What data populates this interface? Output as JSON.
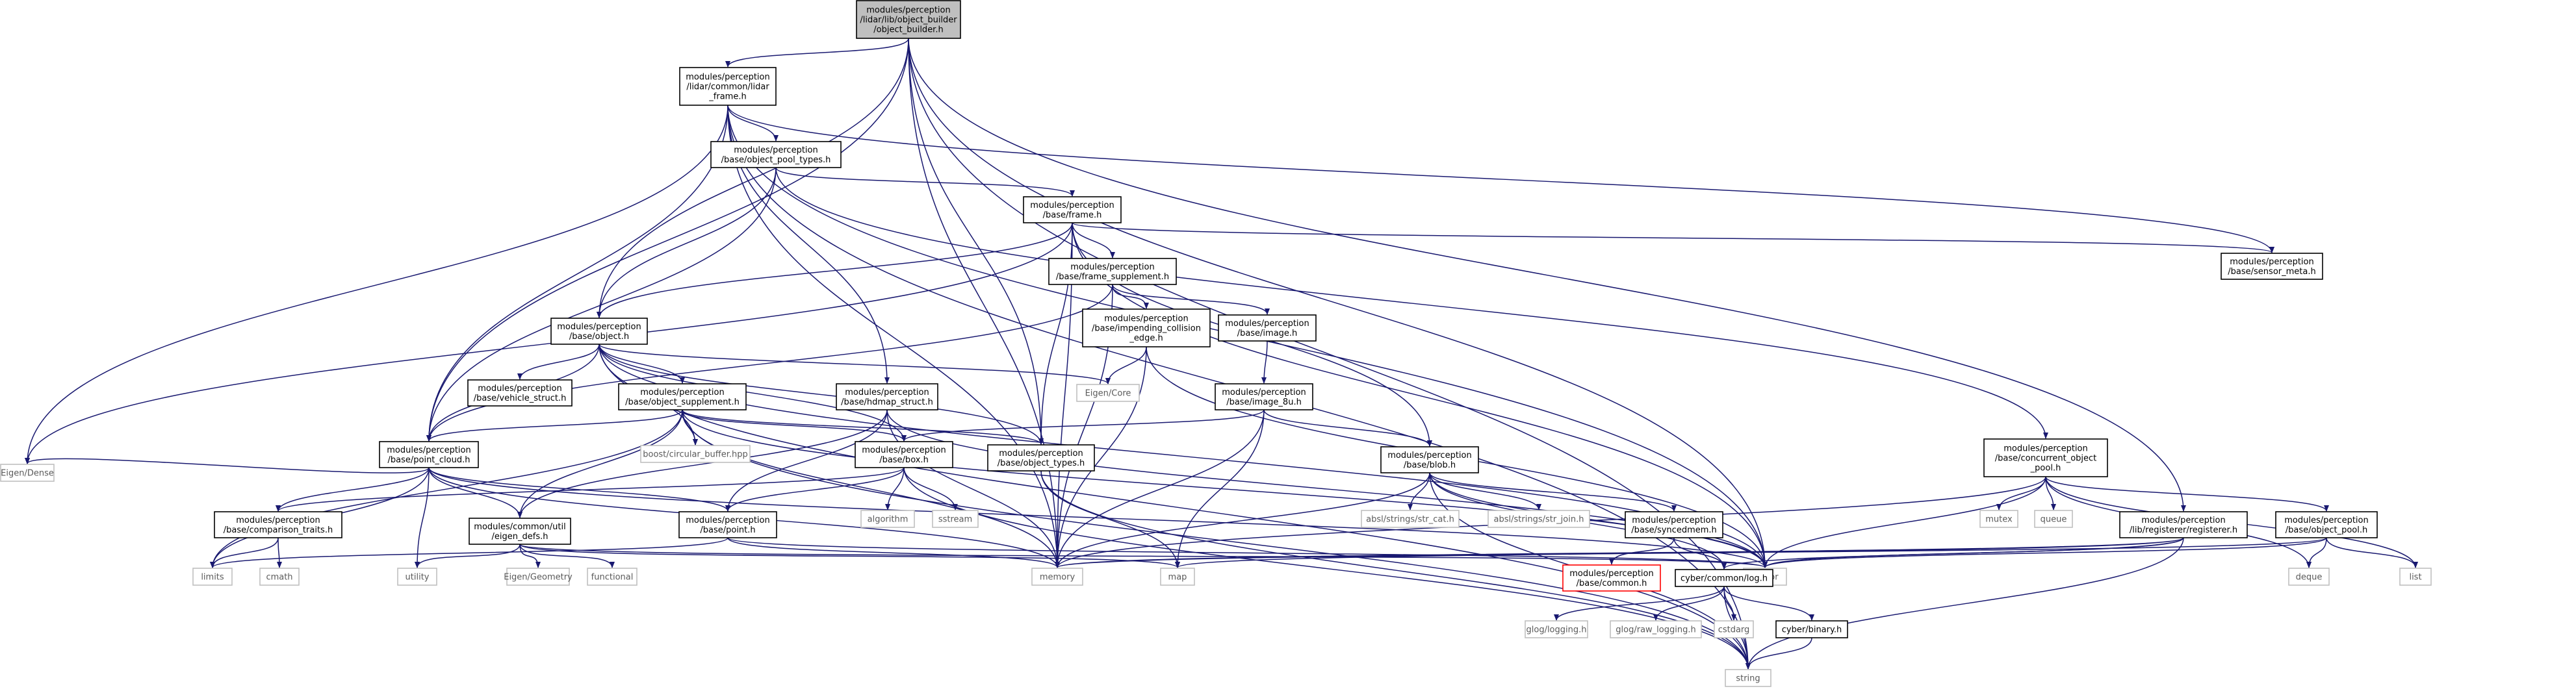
{
  "colors": {
    "edge": "#191970",
    "node_border": "#000000",
    "node_border_system": "#bfbfbf",
    "node_border_missing": "#ff0000",
    "text": "#000000",
    "text_system": "#5a5a5a",
    "root_fill": "#bfbfbf",
    "node_fill": "#ffffff"
  },
  "nodes": [
    {
      "id": "root",
      "kind": "root",
      "lines": [
        "modules/perception",
        "/lidar/lib/object_builder",
        "/object_builder.h"
      ]
    },
    {
      "id": "lidar_frame",
      "kind": "normal",
      "lines": [
        "modules/perception",
        "/lidar/common/lidar",
        "_frame.h"
      ]
    },
    {
      "id": "object_pool_types",
      "kind": "normal",
      "lines": [
        "modules/perception",
        "/base/object_pool_types.h"
      ]
    },
    {
      "id": "frame",
      "kind": "normal",
      "lines": [
        "modules/perception",
        "/base/frame.h"
      ]
    },
    {
      "id": "frame_supplement",
      "kind": "normal",
      "lines": [
        "modules/perception",
        "/base/frame_supplement.h"
      ]
    },
    {
      "id": "sensor_meta",
      "kind": "normal",
      "lines": [
        "modules/perception",
        "/base/sensor_meta.h"
      ]
    },
    {
      "id": "object",
      "kind": "normal",
      "lines": [
        "modules/perception",
        "/base/object.h"
      ]
    },
    {
      "id": "impending",
      "kind": "normal",
      "lines": [
        "modules/perception",
        "/base/impending_collision",
        "_edge.h"
      ]
    },
    {
      "id": "image",
      "kind": "normal",
      "lines": [
        "modules/perception",
        "/base/image.h"
      ]
    },
    {
      "id": "vehicle_struct",
      "kind": "normal",
      "lines": [
        "modules/perception",
        "/base/vehicle_struct.h"
      ]
    },
    {
      "id": "object_supplement",
      "kind": "normal",
      "lines": [
        "modules/perception",
        "/base/object_supplement.h"
      ]
    },
    {
      "id": "hdmap_struct",
      "kind": "normal",
      "lines": [
        "modules/perception",
        "/base/hdmap_struct.h"
      ]
    },
    {
      "id": "eigen_core",
      "kind": "system",
      "lines": [
        "Eigen/Core"
      ]
    },
    {
      "id": "image_8u",
      "kind": "normal",
      "lines": [
        "modules/perception",
        "/base/image_8u.h"
      ]
    },
    {
      "id": "boost_cb",
      "kind": "system",
      "lines": [
        "boost/circular_buffer.hpp"
      ]
    },
    {
      "id": "point_cloud",
      "kind": "normal",
      "lines": [
        "modules/perception",
        "/base/point_cloud.h"
      ]
    },
    {
      "id": "box",
      "kind": "normal",
      "lines": [
        "modules/perception",
        "/base/box.h"
      ]
    },
    {
      "id": "object_types",
      "kind": "normal",
      "lines": [
        "modules/perception",
        "/base/object_types.h"
      ]
    },
    {
      "id": "blob",
      "kind": "normal",
      "lines": [
        "modules/perception",
        "/base/blob.h"
      ]
    },
    {
      "id": "concurrent_pool",
      "kind": "normal",
      "lines": [
        "modules/perception",
        "/base/concurrent_object",
        "_pool.h"
      ]
    },
    {
      "id": "eigen_dense",
      "kind": "system",
      "lines": [
        "Eigen/Dense"
      ]
    },
    {
      "id": "comparison_traits",
      "kind": "normal",
      "lines": [
        "modules/perception",
        "/base/comparison_traits.h"
      ]
    },
    {
      "id": "eigen_defs",
      "kind": "normal",
      "lines": [
        "modules/common/util",
        "/eigen_defs.h"
      ]
    },
    {
      "id": "point",
      "kind": "normal",
      "lines": [
        "modules/perception",
        "/base/point.h"
      ]
    },
    {
      "id": "algorithm",
      "kind": "system",
      "lines": [
        "algorithm"
      ]
    },
    {
      "id": "sstream",
      "kind": "system",
      "lines": [
        "sstream"
      ]
    },
    {
      "id": "str_cat",
      "kind": "system",
      "lines": [
        "absl/strings/str_cat.h"
      ]
    },
    {
      "id": "str_join",
      "kind": "system",
      "lines": [
        "absl/strings/str_join.h"
      ]
    },
    {
      "id": "syncedmem",
      "kind": "normal",
      "lines": [
        "modules/perception",
        "/base/syncedmem.h"
      ]
    },
    {
      "id": "mutex",
      "kind": "system",
      "lines": [
        "mutex"
      ]
    },
    {
      "id": "queue",
      "kind": "system",
      "lines": [
        "queue"
      ]
    },
    {
      "id": "registerer",
      "kind": "normal",
      "lines": [
        "modules/perception",
        "/lib/registerer/registerer.h"
      ]
    },
    {
      "id": "object_pool",
      "kind": "normal",
      "lines": [
        "modules/perception",
        "/base/object_pool.h"
      ]
    },
    {
      "id": "limits",
      "kind": "system",
      "lines": [
        "limits"
      ]
    },
    {
      "id": "cmath",
      "kind": "system",
      "lines": [
        "cmath"
      ]
    },
    {
      "id": "utility",
      "kind": "system",
      "lines": [
        "utility"
      ]
    },
    {
      "id": "eigen_geometry",
      "kind": "system",
      "lines": [
        "Eigen/Geometry"
      ]
    },
    {
      "id": "functional",
      "kind": "system",
      "lines": [
        "functional"
      ]
    },
    {
      "id": "memory",
      "kind": "system",
      "lines": [
        "memory"
      ]
    },
    {
      "id": "map",
      "kind": "system",
      "lines": [
        "map"
      ]
    },
    {
      "id": "vector",
      "kind": "system",
      "lines": [
        "vector"
      ]
    },
    {
      "id": "base_common",
      "kind": "missing",
      "lines": [
        "modules/perception",
        "/base/common.h"
      ]
    },
    {
      "id": "cyber_log",
      "kind": "normal",
      "lines": [
        "cyber/common/log.h"
      ]
    },
    {
      "id": "deque",
      "kind": "system",
      "lines": [
        "deque"
      ]
    },
    {
      "id": "list",
      "kind": "system",
      "lines": [
        "list"
      ]
    },
    {
      "id": "glog",
      "kind": "system",
      "lines": [
        "glog/logging.h"
      ]
    },
    {
      "id": "glog_raw",
      "kind": "system",
      "lines": [
        "glog/raw_logging.h"
      ]
    },
    {
      "id": "cstdarg",
      "kind": "system",
      "lines": [
        "cstdarg"
      ]
    },
    {
      "id": "cyber_binary",
      "kind": "normal",
      "lines": [
        "cyber/binary.h"
      ]
    },
    {
      "id": "string",
      "kind": "system",
      "lines": [
        "string"
      ]
    }
  ],
  "edges": [
    [
      "root",
      "lidar_frame"
    ],
    [
      "root",
      "object"
    ],
    [
      "root",
      "point_cloud"
    ],
    [
      "root",
      "memory"
    ],
    [
      "root",
      "registerer"
    ],
    [
      "root",
      "vector"
    ],
    [
      "root",
      "string"
    ],
    [
      "root",
      "object_types"
    ],
    [
      "lidar_frame",
      "object_pool_types"
    ],
    [
      "lidar_frame",
      "hdmap_struct"
    ],
    [
      "lidar_frame",
      "point_cloud"
    ],
    [
      "lidar_frame",
      "sensor_meta"
    ],
    [
      "lidar_frame",
      "eigen_dense"
    ],
    [
      "lidar_frame",
      "memory"
    ],
    [
      "lidar_frame",
      "string"
    ],
    [
      "lidar_frame",
      "vector"
    ],
    [
      "object_pool_types",
      "frame"
    ],
    [
      "object_pool_types",
      "object"
    ],
    [
      "object_pool_types",
      "point_cloud"
    ],
    [
      "object_pool_types",
      "concurrent_pool"
    ],
    [
      "frame",
      "frame_supplement"
    ],
    [
      "frame",
      "object"
    ],
    [
      "frame",
      "sensor_meta"
    ],
    [
      "frame",
      "blob"
    ],
    [
      "frame",
      "object_types"
    ],
    [
      "frame",
      "eigen_dense"
    ],
    [
      "frame",
      "memory"
    ],
    [
      "frame",
      "vector"
    ],
    [
      "frame_supplement",
      "impending"
    ],
    [
      "frame_supplement",
      "image"
    ],
    [
      "frame_supplement",
      "point_cloud"
    ],
    [
      "frame_supplement",
      "memory"
    ],
    [
      "object",
      "vehicle_struct"
    ],
    [
      "object",
      "object_supplement"
    ],
    [
      "object",
      "object_types"
    ],
    [
      "object",
      "point_cloud"
    ],
    [
      "object",
      "box"
    ],
    [
      "object",
      "eigen_core"
    ],
    [
      "object",
      "boost_cb"
    ],
    [
      "object",
      "string"
    ],
    [
      "object",
      "vector"
    ],
    [
      "impending",
      "eigen_core"
    ],
    [
      "impending",
      "memory"
    ],
    [
      "impending",
      "vector"
    ],
    [
      "image",
      "image_8u"
    ],
    [
      "object_supplement",
      "point_cloud"
    ],
    [
      "object_supplement",
      "box"
    ],
    [
      "object_supplement",
      "object_types"
    ],
    [
      "object_supplement",
      "boost_cb"
    ],
    [
      "object_supplement",
      "eigen_defs"
    ],
    [
      "object_supplement",
      "limits"
    ],
    [
      "object_supplement",
      "memory"
    ],
    [
      "object_supplement",
      "vector"
    ],
    [
      "object_supplement",
      "string"
    ],
    [
      "hdmap_struct",
      "point"
    ],
    [
      "hdmap_struct",
      "eigen_defs"
    ],
    [
      "hdmap_struct",
      "memory"
    ],
    [
      "hdmap_struct",
      "vector"
    ],
    [
      "image_8u",
      "blob"
    ],
    [
      "image_8u",
      "box"
    ],
    [
      "image_8u",
      "map"
    ],
    [
      "image_8u",
      "memory"
    ],
    [
      "point_cloud",
      "comparison_traits"
    ],
    [
      "point_cloud",
      "eigen_defs"
    ],
    [
      "point_cloud",
      "point"
    ],
    [
      "point_cloud",
      "limits"
    ],
    [
      "point_cloud",
      "utility"
    ],
    [
      "point_cloud",
      "memory"
    ],
    [
      "point_cloud",
      "vector"
    ],
    [
      "point_cloud",
      "eigen_dense"
    ],
    [
      "box",
      "point"
    ],
    [
      "box",
      "algorithm"
    ],
    [
      "box",
      "sstream"
    ],
    [
      "box",
      "string"
    ],
    [
      "box",
      "comparison_traits"
    ],
    [
      "object_types",
      "map"
    ],
    [
      "object_types",
      "string"
    ],
    [
      "blob",
      "syncedmem"
    ],
    [
      "blob",
      "str_cat"
    ],
    [
      "blob",
      "str_join"
    ],
    [
      "blob",
      "memory"
    ],
    [
      "blob",
      "vector"
    ],
    [
      "blob",
      "string"
    ],
    [
      "blob",
      "cyber_log"
    ],
    [
      "concurrent_pool",
      "object_pool"
    ],
    [
      "concurrent_pool",
      "mutex"
    ],
    [
      "concurrent_pool",
      "queue"
    ],
    [
      "concurrent_pool",
      "memory"
    ],
    [
      "concurrent_pool",
      "vector"
    ],
    [
      "concurrent_pool",
      "deque"
    ],
    [
      "concurrent_pool",
      "list"
    ],
    [
      "comparison_traits",
      "limits"
    ],
    [
      "comparison_traits",
      "cmath"
    ],
    [
      "eigen_defs",
      "eigen_geometry"
    ],
    [
      "eigen_defs",
      "functional"
    ],
    [
      "eigen_defs",
      "utility"
    ],
    [
      "eigen_defs",
      "vector"
    ],
    [
      "eigen_defs",
      "map"
    ],
    [
      "point",
      "limits"
    ],
    [
      "point",
      "memory"
    ],
    [
      "point",
      "vector"
    ],
    [
      "syncedmem",
      "base_common"
    ],
    [
      "syncedmem",
      "cyber_log"
    ],
    [
      "registerer",
      "map"
    ],
    [
      "registerer",
      "memory"
    ],
    [
      "registerer",
      "string"
    ],
    [
      "registerer",
      "vector"
    ],
    [
      "registerer",
      "cyber_log"
    ],
    [
      "object_pool",
      "memory"
    ],
    [
      "object_pool",
      "vector"
    ],
    [
      "object_pool",
      "list"
    ],
    [
      "object_pool",
      "deque"
    ],
    [
      "cyber_log",
      "glog"
    ],
    [
      "cyber_log",
      "glog_raw"
    ],
    [
      "cyber_log",
      "cstdarg"
    ],
    [
      "cyber_log",
      "cyber_binary"
    ],
    [
      "cyber_log",
      "string"
    ],
    [
      "cyber_binary",
      "string"
    ]
  ]
}
